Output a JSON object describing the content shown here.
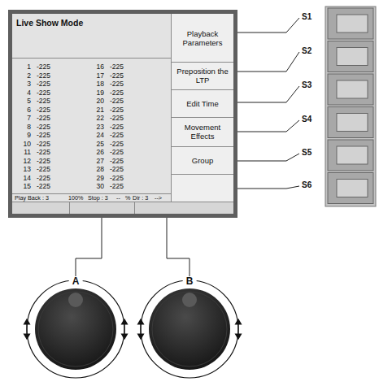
{
  "diagram": {
    "nodes": [
      {
        "text": [
          "Live Show Mode"
        ]
      },
      {
        "text": [
          "Playback Parameters"
        ],
        "in": 0
      },
      {
        "text": [
          "Preposition the LTP"
        ],
        "in": 0
      },
      {
        "text": [
          "Edit Time"
        ],
        "in": 0
      },
      {
        "text": [
          "Movement Effects"
        ],
        "in": 0
      },
      {
        "text": [
          "Group"
        ],
        "in": 0
      },
      {
        "text": [
          "A"
        ]
      },
      {
        "text": [
          "B"
        ]
      }
    ],
    "edges": [
      {
        "from": 0,
        "to": 6,
        "arrow": "none"
      },
      {
        "from": 0,
        "to": 7,
        "arrow": "none"
      }
    ],
    "labels": [
      "S1",
      "S2",
      "S3",
      "S4",
      "S5",
      "S6",
      "1",
      "-225",
      "16",
      "-225",
      "2",
      "-225",
      "17",
      "-225",
      "3",
      "-225",
      "18",
      "-225",
      "4",
      "-225",
      "19",
      "-225",
      "5",
      "-225",
      "20",
      "-225",
      "6",
      "-225",
      "21",
      "-225",
      "7",
      "-225",
      "22",
      "-225",
      "8",
      "-225",
      "23",
      "-225",
      "9",
      "-225",
      "24",
      "-225",
      "10",
      "-225",
      "25",
      "-225",
      "11",
      "-225",
      "26",
      "-225",
      "12",
      "-225",
      "27",
      "-225",
      "13",
      "-225",
      "28",
      "-225",
      "14",
      "-225",
      "29",
      "-225",
      "15",
      "-225",
      "30",
      "-225",
      "Play Back : 3",
      "100%",
      "Stop : 3",
      "--",
      "%",
      "Dir : 3",
      "-->"
    ]
  }
}
